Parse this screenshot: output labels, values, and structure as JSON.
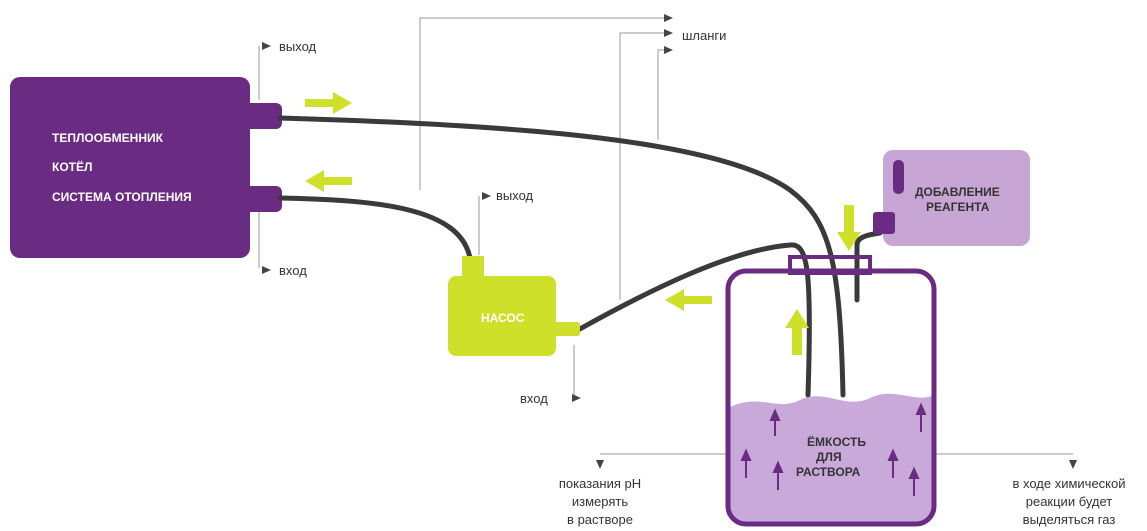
{
  "colors": {
    "heat_exchanger": "#6a2c82",
    "pump": "#cfe02a",
    "reagent": "#c7a6d6",
    "reagent_dark": "#6a2c82",
    "container_stroke": "#6a2c82",
    "solution": "#c9a9da",
    "hose": "#3a3a3a",
    "arrow": "#cfe02a",
    "thin_line": "#9a9a9a"
  },
  "heat_exchanger": {
    "line1": "ТЕПЛООБМЕННИК",
    "line2": "КОТЁЛ",
    "line3": "СИСТЕМА ОТОПЛЕНИЯ",
    "outlet_label": "выход",
    "inlet_label": "вход"
  },
  "pump": {
    "label": "НАСОС",
    "outlet_label": "выход",
    "inlet_label": "вход"
  },
  "hoses_label": "шланги",
  "reagent": {
    "line1": "ДОБАВЛЕНИЕ",
    "line2": "РЕАГЕНТА"
  },
  "container": {
    "line1": "ЁМКОСТЬ",
    "line2": "ДЛЯ",
    "line3": "РАСТВОРА"
  },
  "notes": {
    "ph_line1": "показания  pH",
    "ph_line2": "измерять",
    "ph_line3": "в растворе",
    "gas_line1": "в ходе химической",
    "gas_line2": "реакции будет",
    "gas_line3": "выделяться газ"
  },
  "icons": {
    "flow_arrow": "arrow-right-icon",
    "gas_bubble": "arrow-up-icon",
    "pointer": "triangle-pointer-icon"
  }
}
